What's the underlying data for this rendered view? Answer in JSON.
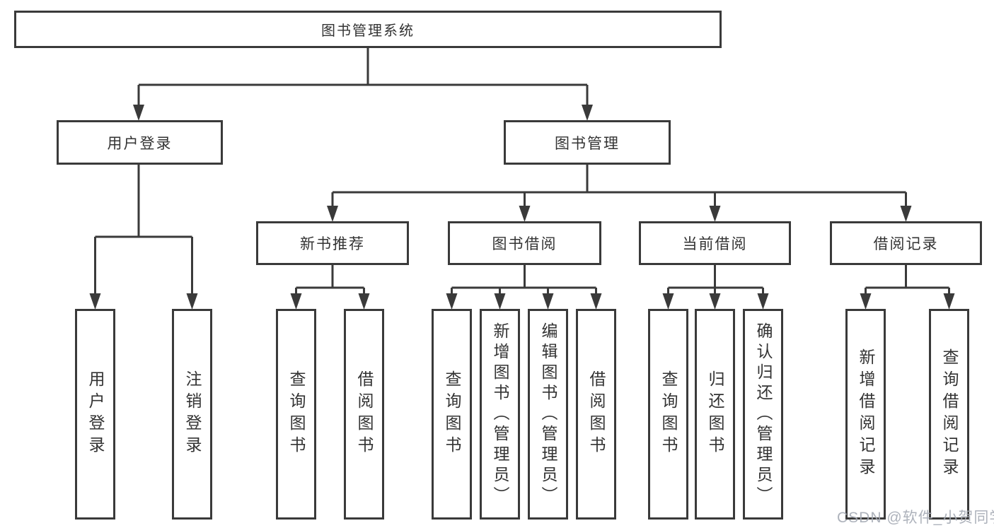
{
  "diagram": {
    "root_label": "图书管理系统",
    "level2": [
      {
        "id": "user-login",
        "label": "用户登录"
      },
      {
        "id": "book-management",
        "label": "图书管理"
      }
    ],
    "level3": [
      {
        "id": "new-book-recommend",
        "label": "新书推荐"
      },
      {
        "id": "book-borrow",
        "label": "图书借阅"
      },
      {
        "id": "current-borrow",
        "label": "当前借阅"
      },
      {
        "id": "borrow-record",
        "label": "借阅记录"
      }
    ],
    "leaves": {
      "user_login": [
        "用户登录",
        "注销登录"
      ],
      "new_book": [
        "查询图书",
        "借阅图书"
      ],
      "book_borrow": [
        "查询图书",
        "新增图书（管理员）",
        "编辑图书（管理员）",
        "借阅图书"
      ],
      "current_borrow": [
        "查询图书",
        "归还图书",
        "确认归还（管理员）"
      ],
      "borrow_record": [
        "新增借阅记录",
        "查询借阅记录"
      ]
    }
  },
  "watermark": "CSDN @软件_小贺同学",
  "colors": {
    "line": "#3a3a3a",
    "text": "#333333",
    "watermark": "#a5aab4",
    "background": "#ffffff"
  }
}
